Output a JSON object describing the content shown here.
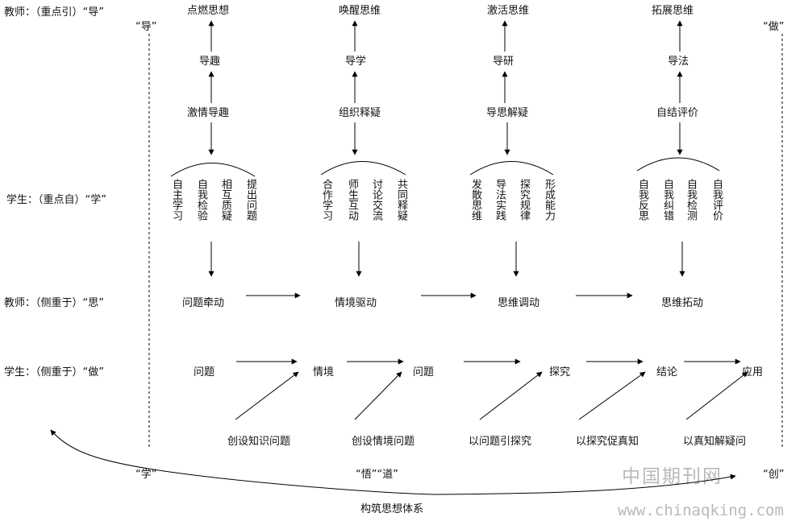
{
  "rows": {
    "teacher_guide": "教师：（重点引）“导”",
    "student_learn": "学生：（重点自）“学”",
    "teacher_think": "教师：（侧重于）“思”",
    "student_do": "学生：（侧重于）“做”"
  },
  "top_labels": {
    "guide": "“导”",
    "do": "“做”"
  },
  "columns": [
    {
      "top": "点燃思想",
      "mid": "导趣",
      "low": "激情导趣",
      "vertical": [
        "自主学习",
        "自我检验",
        "相互质疑",
        "提出问题"
      ]
    },
    {
      "top": "唤醒思维",
      "mid": "导学",
      "low": "组织释疑",
      "vertical": [
        "合作学习",
        "师生互动",
        "讨论交流",
        "共同释疑"
      ]
    },
    {
      "top": "激活思维",
      "mid": "导研",
      "low": "导思解疑",
      "vertical": [
        "发散思维",
        "导法实践",
        "探究规律",
        "形成能力"
      ]
    },
    {
      "top": "拓展思维",
      "mid": "导法",
      "low": "自结评价",
      "vertical": [
        "自我反思",
        "自我纠错",
        "自我检测",
        "自我评价"
      ]
    }
  ],
  "think_chain": [
    "问题牵动",
    "情境驱动",
    "思维调动",
    "思维拓动"
  ],
  "do_chain": [
    "问题",
    "情境",
    "问题",
    "探究",
    "结论",
    "应用"
  ],
  "bottom_chain": [
    "创设知识问题",
    "创设情境问题",
    "以问题引探究",
    "以探究促真知",
    "以真知解疑问"
  ],
  "footer": {
    "learn": "“学”",
    "wu_dao": "“悟”“道”",
    "create": "“创”",
    "system": "构筑思想体系"
  },
  "watermark": {
    "cn": "中国期刊网",
    "url": "www.chinaqking.com"
  }
}
